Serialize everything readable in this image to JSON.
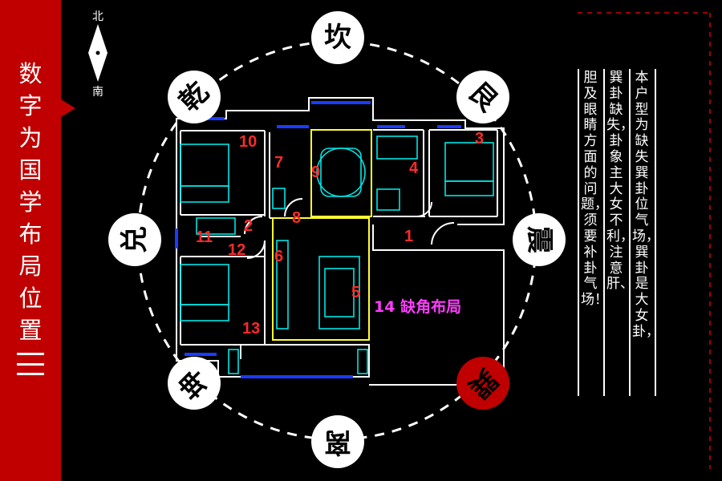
{
  "sidebar": {
    "title": "数字为国学布局位置",
    "bg_color": "#c00000"
  },
  "compass": {
    "north": "北",
    "south": "南"
  },
  "trigrams": [
    {
      "key": "kan",
      "label": "坎",
      "rotated": false,
      "highlight": false
    },
    {
      "key": "gen",
      "label": "艮",
      "rotated": true,
      "highlight": false
    },
    {
      "key": "zhen",
      "label": "震",
      "rotated": true,
      "highlight": false
    },
    {
      "key": "xun",
      "label": "巽",
      "rotated": true,
      "highlight": true
    },
    {
      "key": "li",
      "label": "离",
      "rotated": true,
      "highlight": false
    },
    {
      "key": "kun",
      "label": "坤",
      "rotated": true,
      "highlight": false
    },
    {
      "key": "dui",
      "label": "兑",
      "rotated": true,
      "highlight": false
    },
    {
      "key": "qian",
      "label": "乾",
      "rotated": true,
      "highlight": false
    }
  ],
  "room_numbers": [
    "1",
    "2",
    "3",
    "4",
    "5",
    "6",
    "7",
    "8",
    "9",
    "10",
    "11",
    "12",
    "13"
  ],
  "missing_corner": {
    "number": "14",
    "label": "缺角布局",
    "color": "#ff3dff"
  },
  "note": {
    "columns": [
      "本户型为缺失巽卦位气场，巽卦是大女卦，",
      "巽卦缺失，卦象主大女不利，注意肝、",
      "胆及眼睛方面的问题，须要补卦气场！"
    ]
  },
  "colors": {
    "plan_wall": "#ffffff",
    "furniture": "#00e5e5",
    "window": "#1a3cff",
    "zone": "#ffff33",
    "number": "#ff2a2a"
  }
}
